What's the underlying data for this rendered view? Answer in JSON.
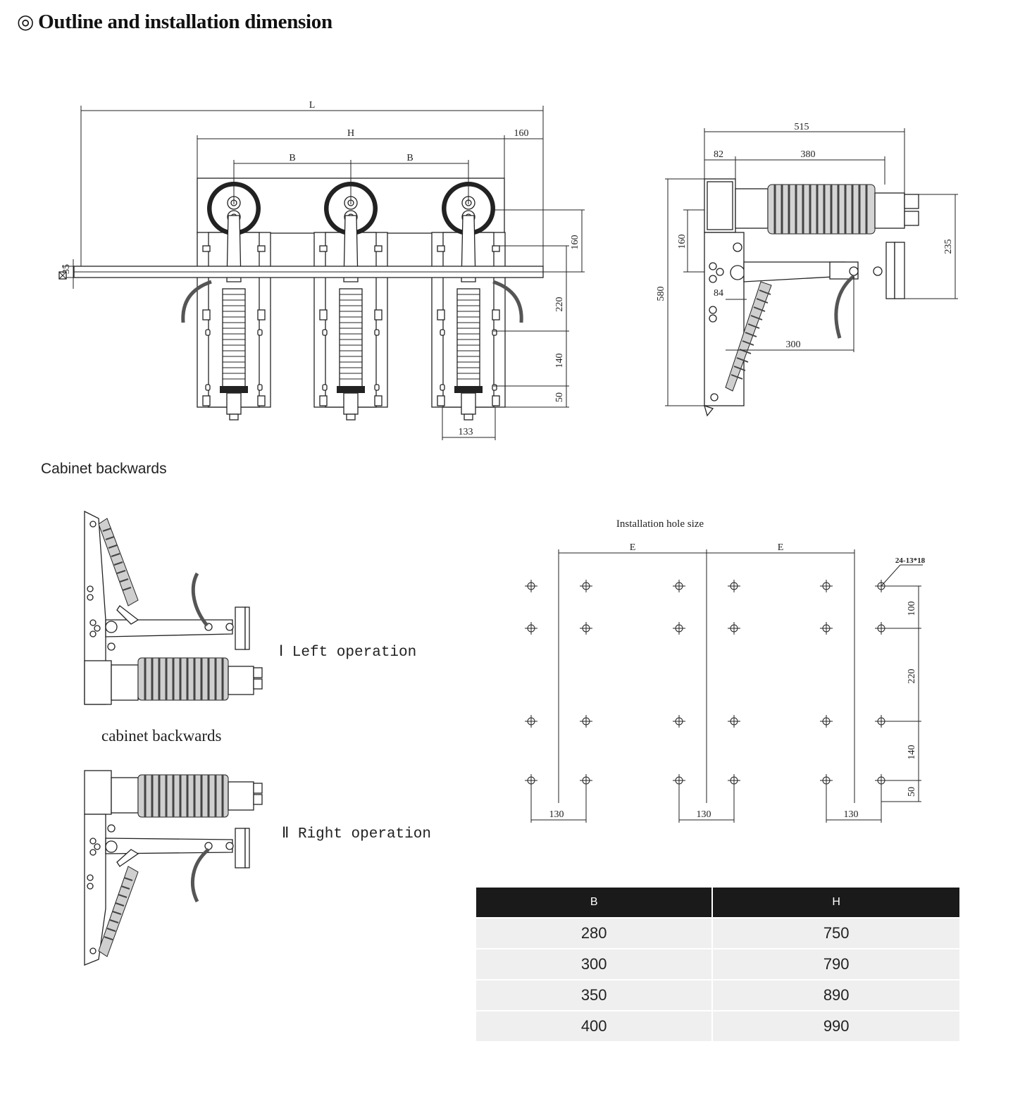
{
  "header": {
    "mark": "◎",
    "title": "Outline and installation dimension"
  },
  "front_view": {
    "dims": {
      "L": "L",
      "H": "H",
      "B1": "B",
      "B2": "B",
      "d160a": "160",
      "d160b": "160",
      "d220": "220",
      "d140": "140",
      "d50": "50",
      "d35": "35",
      "d133": "133"
    }
  },
  "side_view": {
    "dims": {
      "d515": "515",
      "d82": "82",
      "d380": "380",
      "d235": "235",
      "d160": "160",
      "d580": "580",
      "d84": "84",
      "d300": "300"
    }
  },
  "labels": {
    "cabinet_backwards_1": "Cabinet backwards",
    "cabinet_backwards_2": "cabinet backwards",
    "left_operation": "Ⅰ Left operation",
    "right_operation": "Ⅱ Right operation"
  },
  "hole_plan": {
    "title": "Installation hole size",
    "dims": {
      "E1": "E",
      "E2": "E",
      "spec": "24-13*18",
      "d100": "100",
      "d220": "220",
      "d140": "140",
      "d50": "50",
      "w130a": "130",
      "w130b": "130",
      "w130c": "130"
    }
  },
  "table": {
    "headers": [
      "B",
      "H"
    ],
    "rows": [
      [
        "280",
        "750"
      ],
      [
        "300",
        "790"
      ],
      [
        "350",
        "890"
      ],
      [
        "400",
        "990"
      ]
    ]
  }
}
